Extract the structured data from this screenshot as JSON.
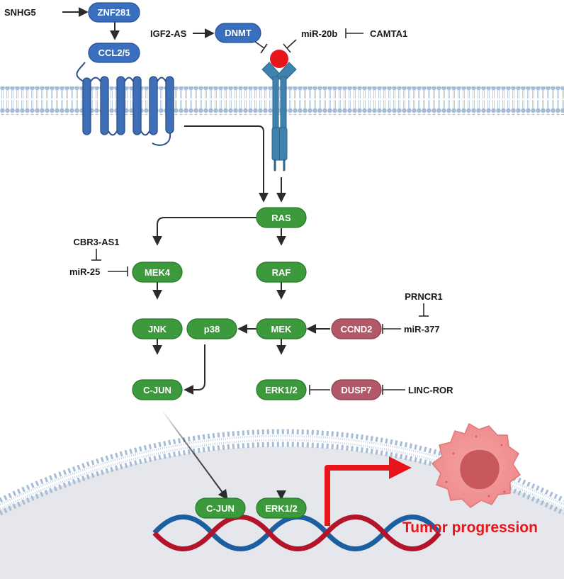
{
  "regulators": {
    "snhg5": "SNHG5",
    "igf2_as": "IGF2-AS",
    "mir_20b": "miR-20b",
    "camta1": "CAMTA1",
    "cbr3_as1": "CBR3-AS1",
    "mir_25": "miR-25",
    "prncr1": "PRNCR1",
    "mir_377": "miR-377",
    "linc_ror": "LINC-ROR"
  },
  "nodes": {
    "znf281": "ZNF281",
    "ccl2_5": "CCL2/5",
    "dnmt": "DNMT",
    "ras": "RAS",
    "raf": "RAF",
    "mek": "MEK",
    "mek4": "MEK4",
    "jnk": "JNK",
    "p38": "p38",
    "c_jun": "C-JUN",
    "erk12": "ERK1/2",
    "ccnd2": "CCND2",
    "dusp7": "DUSP7",
    "c_jun_nuclear": "C-JUN",
    "erk12_nuclear": "ERK1/2"
  },
  "outcome": {
    "label": "Tumor progression"
  },
  "colors": {
    "blue_node": "#3a6fbf",
    "green_node": "#3c9a3c",
    "rose_node": "#b35868",
    "membrane": "#a7bdd7",
    "nucleus_fill": "#e5e7ec",
    "dna_red": "#b3142a",
    "dna_blue": "#1c5fa1",
    "tumor_red": "#e8151b",
    "receptor_blue": "#3f82ad"
  },
  "icons": [
    "gpcr-receptor-icon",
    "rtk-receptor-icon",
    "ligand-dot-icon",
    "dna-helix-icon",
    "tumor-cell-icon"
  ]
}
